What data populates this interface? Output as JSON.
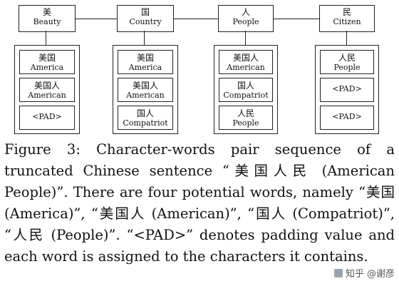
{
  "figure": {
    "characters": [
      {
        "zh": "美",
        "en": "Beauty"
      },
      {
        "zh": "国",
        "en": "Country"
      },
      {
        "zh": "人",
        "en": "People"
      },
      {
        "zh": "民",
        "en": "Citizen"
      }
    ],
    "words": [
      [
        {
          "zh": "美国",
          "en": "America"
        },
        {
          "zh": "美国人",
          "en": "American"
        },
        {
          "pad": "<PAD>"
        }
      ],
      [
        {
          "zh": "美国",
          "en": "America"
        },
        {
          "zh": "美国人",
          "en": "American"
        },
        {
          "zh": "国人",
          "en": "Compatriot"
        }
      ],
      [
        {
          "zh": "美国人",
          "en": "American"
        },
        {
          "zh": "国人",
          "en": "Compatriot"
        },
        {
          "zh": "人民",
          "en": "People"
        }
      ],
      [
        {
          "zh": "人民",
          "en": "People"
        },
        {
          "pad": "<PAD>"
        },
        {
          "pad": "<PAD>"
        }
      ]
    ]
  },
  "caption": {
    "label": "Figure 3:",
    "text": "Character-words pair sequence of a truncated Chinese sentence “美国人民 (American People)”. There are four potential words, namely “美国 (America)”, “美国人 (American)”, “国人 (Compatriot)”, “人民 (People)”. “<PAD>” denotes padding value and each word is assigned to the characters it contains."
  },
  "watermark": {
    "text": "知乎 @谢彦"
  }
}
